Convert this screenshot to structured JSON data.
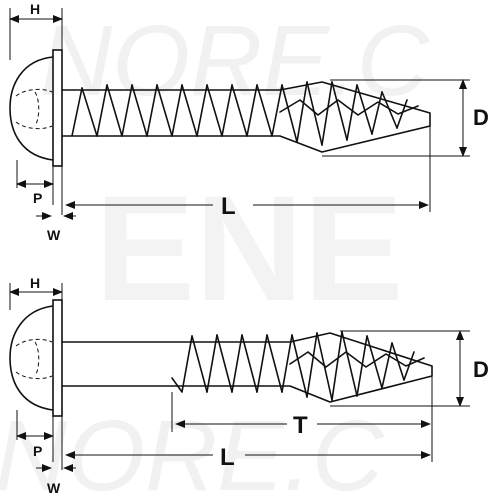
{
  "watermark": {
    "top": "NORE.C",
    "middle": "ENE",
    "bottom": "NORE.C"
  },
  "figure_top": {
    "head_label": "H",
    "diameter_label": "D",
    "length_label": "L",
    "head_height_label": "P",
    "washer_label": "W"
  },
  "figure_bottom": {
    "head_label": "H",
    "diameter_label": "D",
    "thread_length_label": "T",
    "length_label": "L",
    "head_height_label": "P",
    "washer_label": "W"
  }
}
